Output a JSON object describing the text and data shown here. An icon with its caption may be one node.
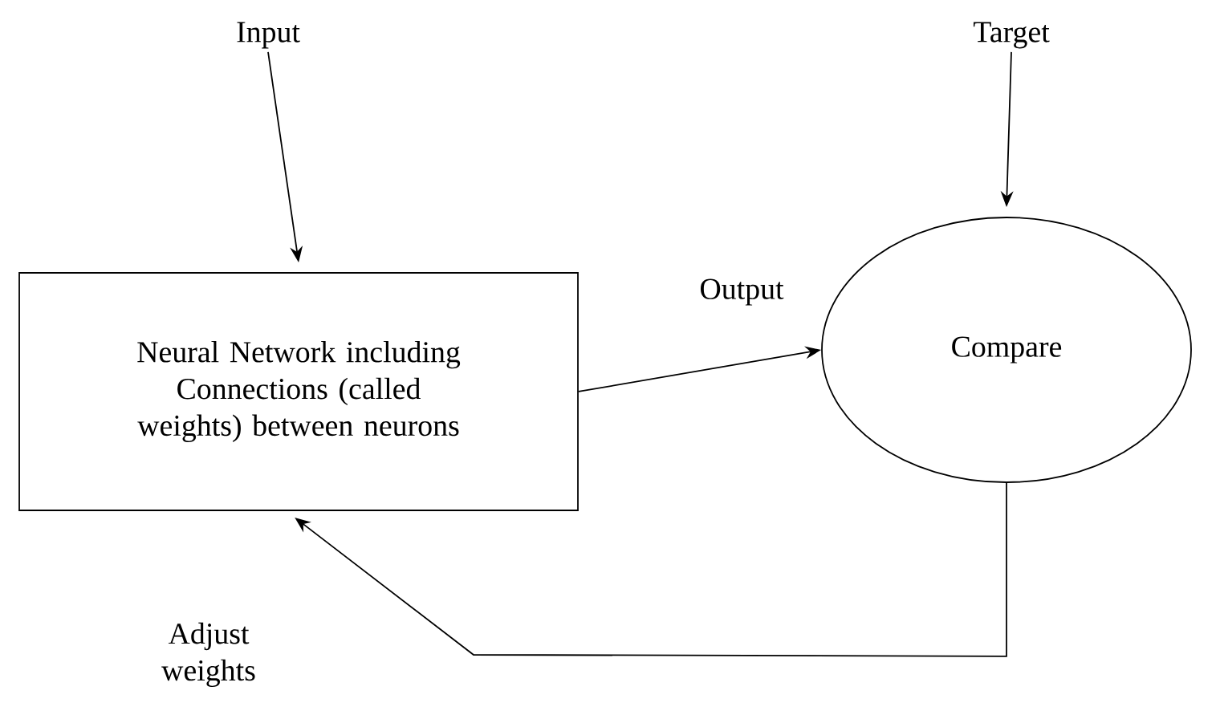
{
  "diagram": {
    "nodes": [
      {
        "text": [
          "Input"
        ]
      },
      {
        "text": [
          "Target"
        ]
      },
      {
        "text": [
          "Neural Network including Connections (called weights) between neurons"
        ]
      },
      {
        "text": [
          "Compare"
        ]
      }
    ],
    "edges": [
      {
        "from": 0,
        "to": 2,
        "arrow": "to"
      },
      {
        "from": 1,
        "to": 3,
        "arrow": "to"
      },
      {
        "from": 2,
        "to": 3,
        "arrow": "to",
        "label": "Output"
      },
      {
        "from": 3,
        "to": 2,
        "arrow": "to",
        "label": "Adjust weights"
      }
    ]
  }
}
